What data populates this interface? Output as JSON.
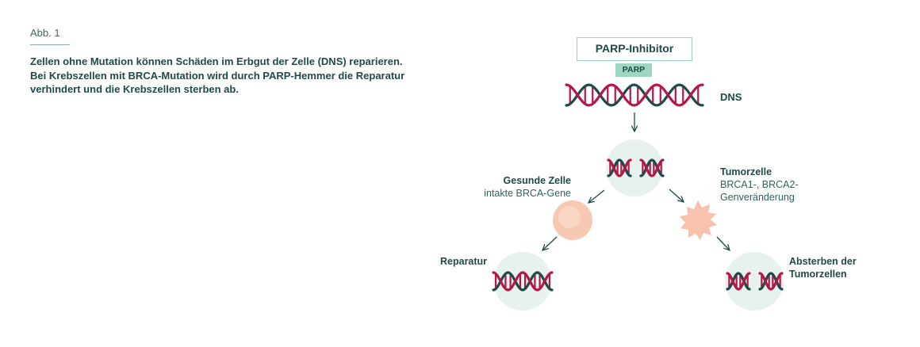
{
  "figure": {
    "label": "Abb. 1",
    "caption_lines": [
      "Zellen ohne Mutation können Schäden im Erbgut der Zelle (DNS) reparieren.",
      "Bei Krebszellen mit BRCA-Mutation wird durch PARP-Hemmer die Reparatur",
      "verhindert und die Krebszellen sterben ab."
    ]
  },
  "diagram": {
    "inhibitor_label": "PARP-Inhibitor",
    "parp_tag": "PARP",
    "dna_label": "DNS",
    "healthy_title": "Gesunde Zelle",
    "healthy_sub": "intakte BRCA-Gene",
    "tumor_title": "Tumorzelle",
    "tumor_sub_1": "BRCA1-, BRCA2-",
    "tumor_sub_2": "Genveränderung",
    "repair_label": "Reparatur",
    "death_label_1": "Absterben der",
    "death_label_2": "Tumorzellen"
  },
  "colors": {
    "strand_teal": "#1f4a47",
    "strand_red": "#b3184a",
    "circle": "#e7f2ee",
    "cell": "#f7c9b3",
    "accent": "#9fd6c1"
  }
}
